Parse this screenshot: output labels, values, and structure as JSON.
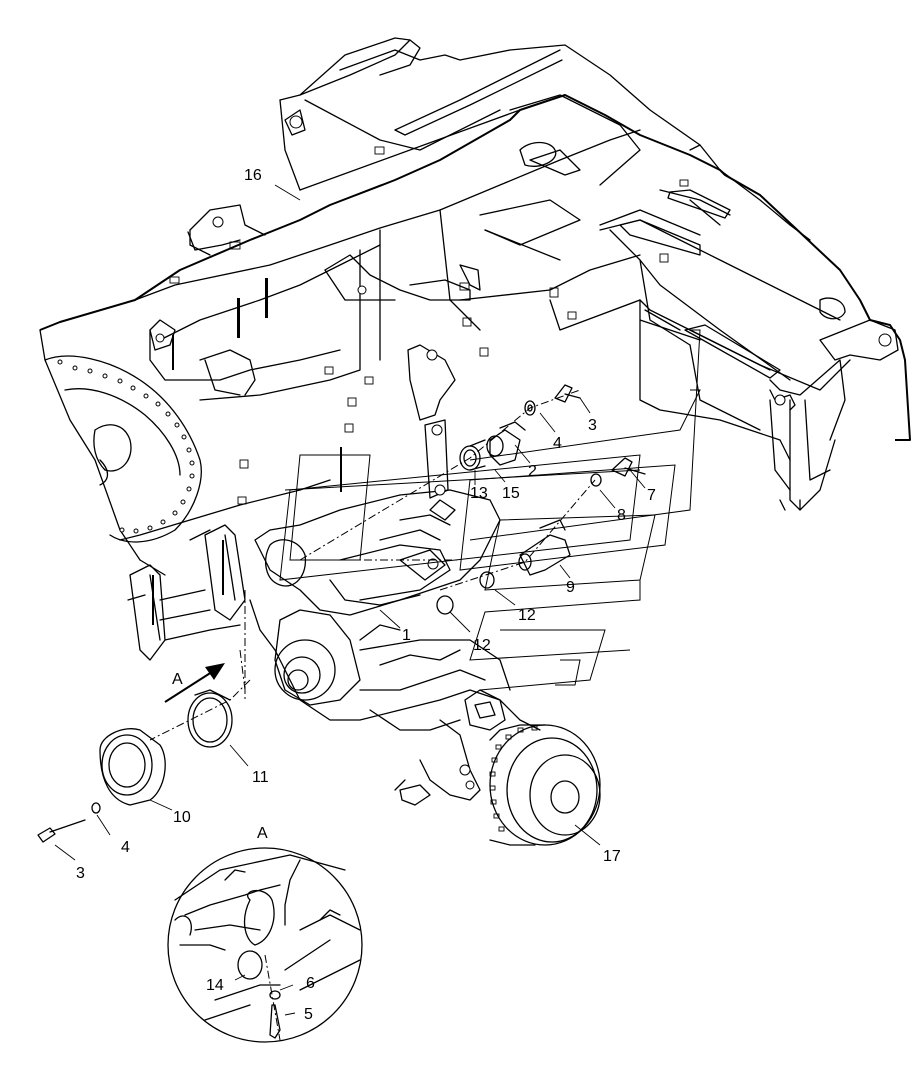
{
  "callouts": [
    {
      "id": "16",
      "text": "16"
    },
    {
      "id": "3",
      "text": "3"
    },
    {
      "id": "4",
      "text": "4"
    },
    {
      "id": "2",
      "text": "2"
    },
    {
      "id": "13",
      "text": "13"
    },
    {
      "id": "15",
      "text": "15"
    },
    {
      "id": "7",
      "text": "7"
    },
    {
      "id": "8",
      "text": "8"
    },
    {
      "id": "9",
      "text": "9"
    },
    {
      "id": "1",
      "text": "1"
    },
    {
      "id": "12a",
      "text": "12"
    },
    {
      "id": "12b",
      "text": "12"
    },
    {
      "id": "11",
      "text": "11"
    },
    {
      "id": "10",
      "text": "10"
    },
    {
      "id": "4b",
      "text": "4"
    },
    {
      "id": "3b",
      "text": "3"
    },
    {
      "id": "17",
      "text": "17"
    },
    {
      "id": "14",
      "text": "14"
    },
    {
      "id": "6",
      "text": "6"
    },
    {
      "id": "5",
      "text": "5"
    }
  ],
  "view_labels": {
    "arrow_label": "A",
    "detail_label": "A"
  }
}
